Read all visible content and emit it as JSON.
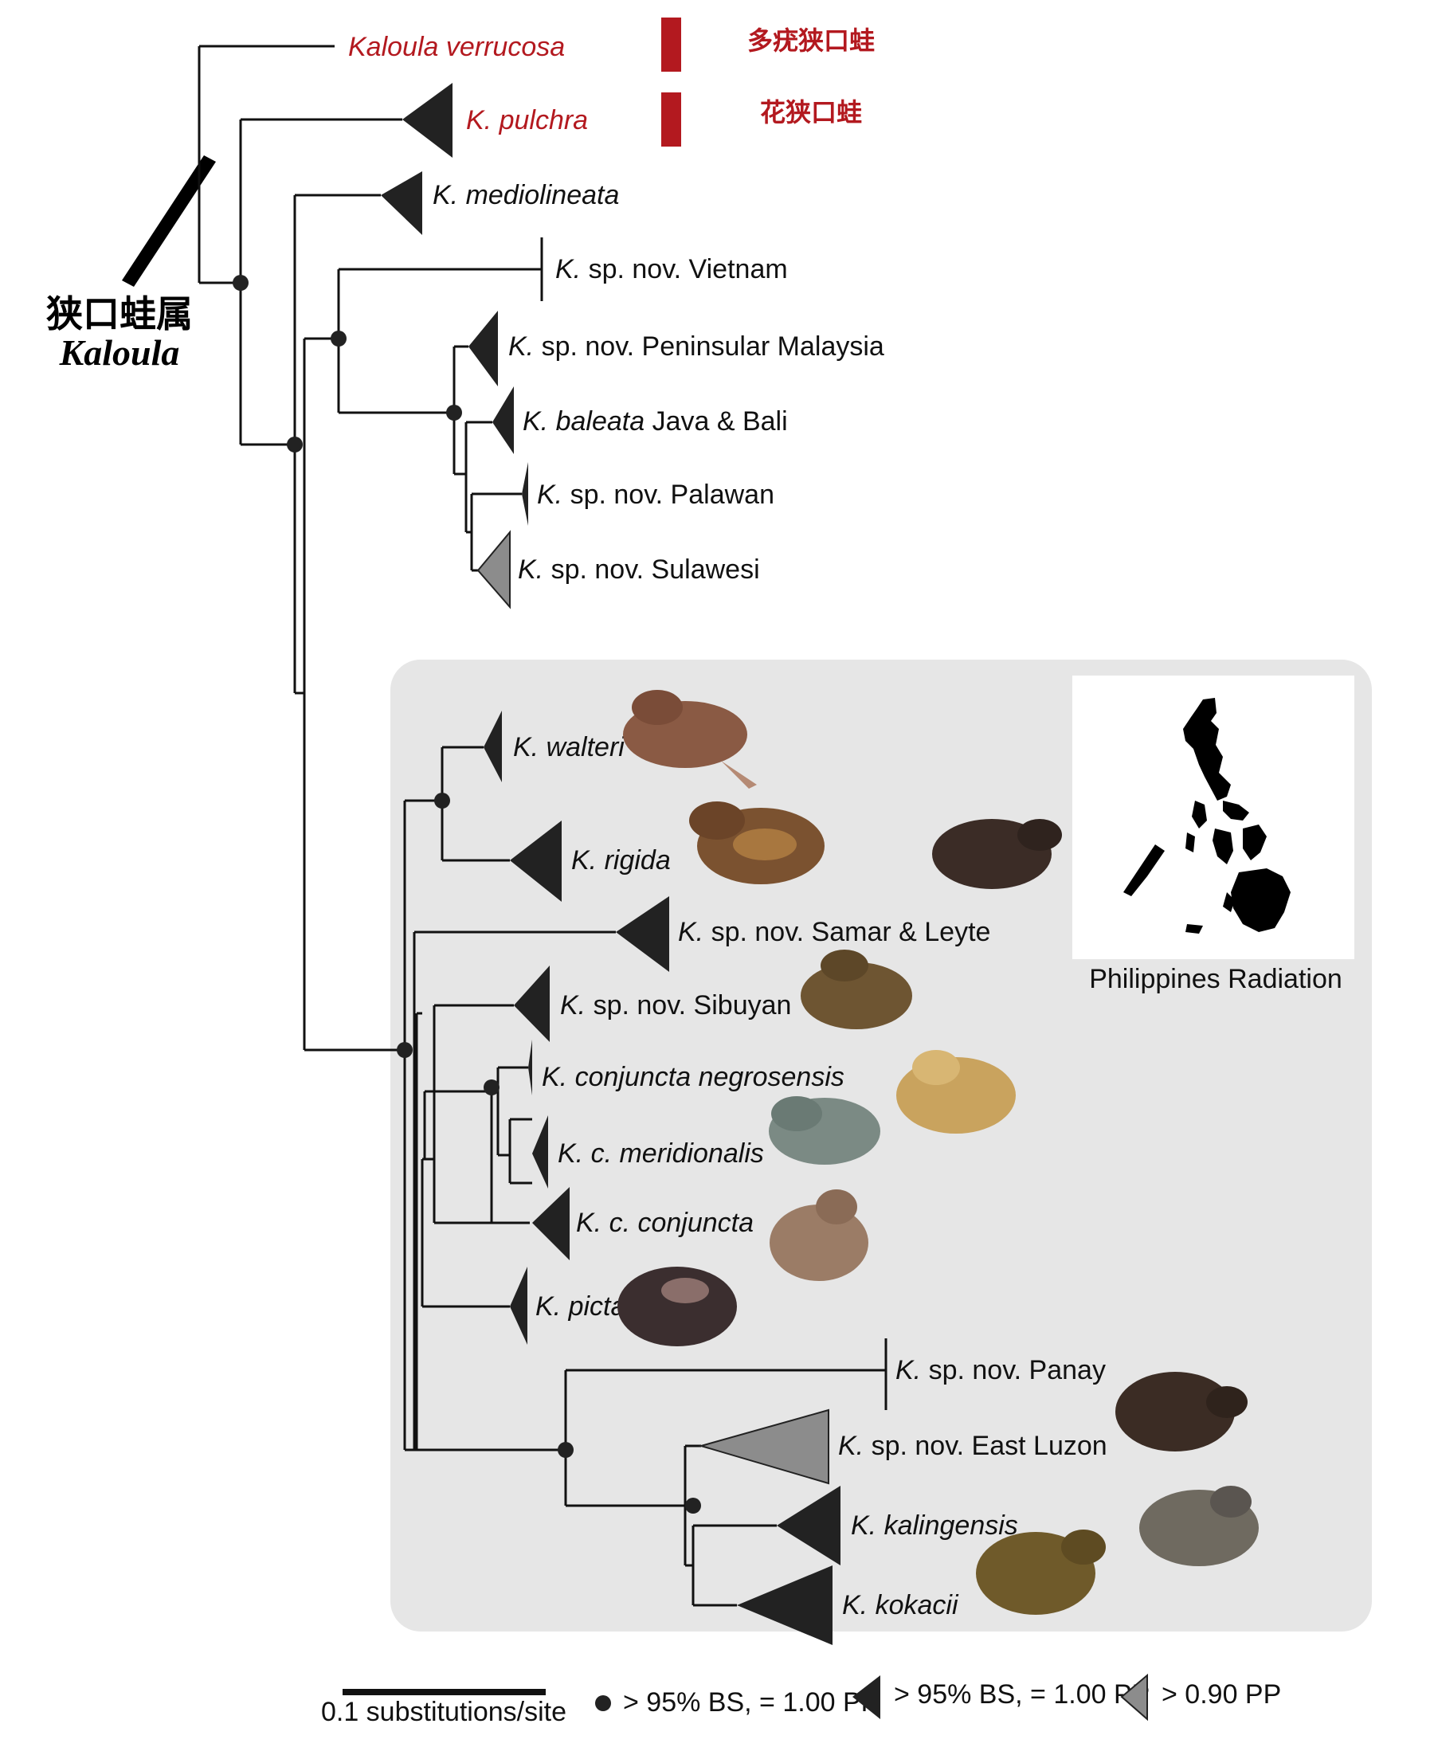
{
  "genus": {
    "chinese": "狭口蛙属",
    "latin": "Kaloula"
  },
  "taxa": {
    "verrucosa": {
      "name": "Kaloula verrucosa",
      "cn": "多疣狭口蛙"
    },
    "pulchra": {
      "name": "K. pulchra",
      "cn": "花狭口蛙"
    },
    "mediolineata": {
      "name": "K. mediolineata"
    },
    "vietnam": {
      "abbr": "K.",
      "rest": " sp. nov. Vietnam"
    },
    "malaysia": {
      "abbr": "K.",
      "rest": " sp. nov. Peninsular Malaysia"
    },
    "baleata": {
      "abbr": "K. baleata",
      "rest": "  Java & Bali"
    },
    "palawan": {
      "abbr": "K.",
      "rest": " sp. nov.  Palawan"
    },
    "sulawesi": {
      "abbr": "K.",
      "rest": " sp. nov. Sulawesi"
    },
    "walteri": {
      "name": "K. walteri"
    },
    "rigida": {
      "name": "K. rigida"
    },
    "samar": {
      "abbr": "K.",
      "rest": " sp. nov. Samar & Leyte"
    },
    "sibuyan": {
      "abbr": "K.",
      "rest": " sp. nov. Sibuyan"
    },
    "negrosensis": {
      "name": "K. conjuncta negrosensis"
    },
    "meridionalis": {
      "name": "K. c. meridionalis"
    },
    "conjuncta": {
      "name": "K. c. conjuncta"
    },
    "picta": {
      "name": "K. picta"
    },
    "panay": {
      "abbr": "K.",
      "rest": " sp. nov. Panay"
    },
    "eastluzon": {
      "abbr": "K.",
      "rest": " sp. nov.  East Luzon"
    },
    "kalingensis": {
      "name": "K. kalingensis"
    },
    "kokacii": {
      "name": "K. kokacii"
    }
  },
  "region_label": "Philippines Radiation",
  "legend": {
    "scale": "0.1 substitutions/site",
    "dot": "> 95% BS, = 1.00 PP",
    "black_triangle": "> 95% BS, = 1.00 PP",
    "grey_triangle": "> 0.90 PP"
  },
  "colors": {
    "accent_red": "#b3191f",
    "panel_grey": "#e6e6e6",
    "grey_clade": "#8c8c8c"
  }
}
